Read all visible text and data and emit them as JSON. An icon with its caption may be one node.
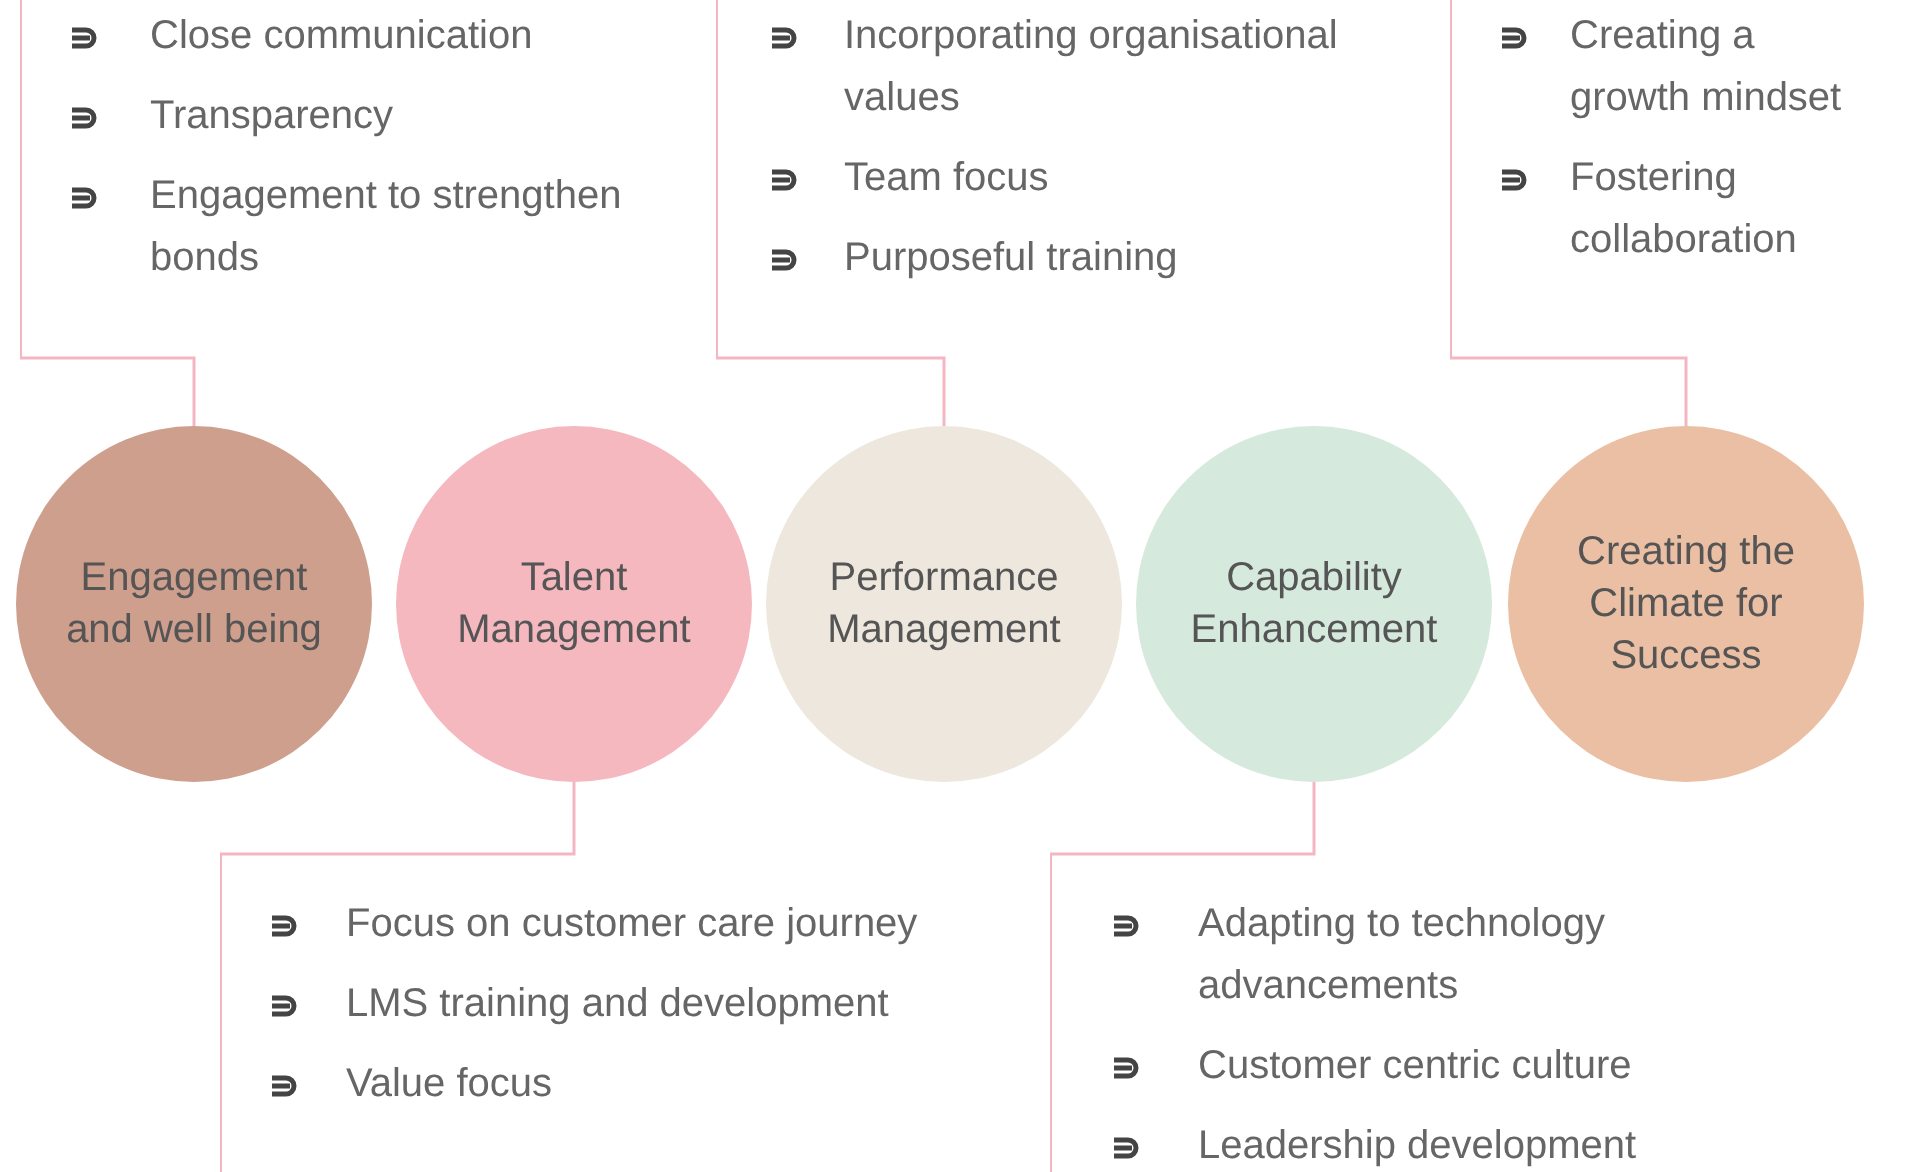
{
  "diagram": {
    "nodes": [
      {
        "text": [
          "Close communication",
          "Transparency",
          "Engagement to strengthen bonds"
        ]
      },
      {
        "text": [
          "Incorporating organisational values",
          "Team focus",
          "Purposeful training"
        ]
      },
      {
        "text": [
          "Creating a growth mindset",
          "Fostering collaboration"
        ]
      },
      {
        "text": [
          "Engagement and well being"
        ]
      },
      {
        "text": [
          "Talent Management"
        ]
      },
      {
        "text": [
          "Performance Management"
        ]
      },
      {
        "text": [
          "Capability Enhancement"
        ]
      },
      {
        "text": [
          "Creating the Climate for Success"
        ]
      },
      {
        "text": [
          "Focus on customer care journey",
          "LMS training and development",
          "Value focus"
        ]
      },
      {
        "text": [
          "Adapting to technology advancements",
          "Customer centric culture",
          "Leadership development"
        ]
      }
    ],
    "edges": [
      {
        "from": 3,
        "to": 0,
        "arrow": "none"
      },
      {
        "from": 4,
        "to": 8,
        "arrow": "none"
      },
      {
        "from": 5,
        "to": 1,
        "arrow": "none"
      },
      {
        "from": 6,
        "to": 9,
        "arrow": "none"
      },
      {
        "from": 7,
        "to": 2,
        "arrow": "none"
      }
    ]
  }
}
